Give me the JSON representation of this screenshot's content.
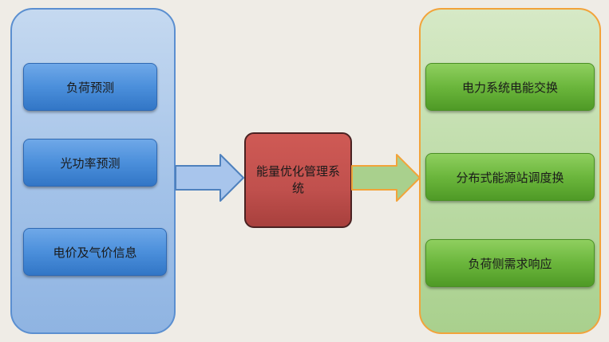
{
  "inputs": {
    "items": [
      "负荷预测",
      "光功率预测",
      "电价及气价信息"
    ]
  },
  "center": {
    "label": "能量优化管理系统"
  },
  "outputs": {
    "items": [
      "电力系统电能交换",
      "分布式能源站调度换",
      "负荷侧需求响应"
    ]
  },
  "colors": {
    "background": "#efece6",
    "input_panel": "#a3c2e8",
    "input_box": "#4b8fdb",
    "center_box": "#c0504d",
    "output_panel": "#bcdba6",
    "output_panel_border": "#f2a33a",
    "output_box": "#6bb63c",
    "arrow_in": "#a8c5ec",
    "arrow_out": "#a9d08d"
  }
}
